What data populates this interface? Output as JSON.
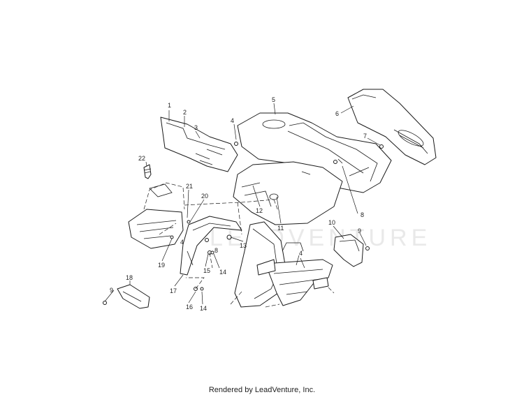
{
  "diagram": {
    "callouts": [
      "1",
      "2",
      "3",
      "4",
      "5",
      "6",
      "7",
      "8",
      "9",
      "10",
      "11",
      "12",
      "13",
      "14",
      "15",
      "16",
      "17",
      "18",
      "19",
      "20",
      "21",
      "22"
    ],
    "watermark": "LEADVENTURE",
    "line_color": "#1a1a1a",
    "background": "#ffffff"
  },
  "footer": {
    "credit": "Rendered by LeadVenture, Inc."
  }
}
